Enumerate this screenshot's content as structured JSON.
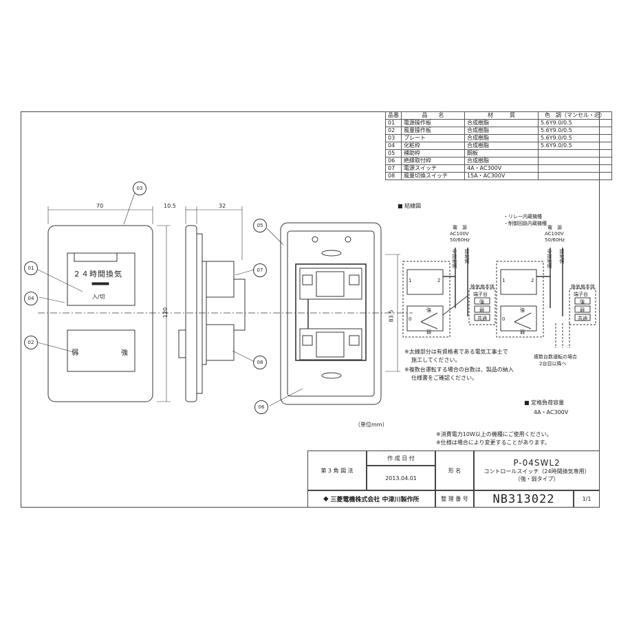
{
  "parts_table": {
    "headers": [
      "品番",
      "品　　名",
      "材　　　質",
      "色　調（マンセル・近）"
    ],
    "rows": [
      [
        "01",
        "電源操作板",
        "合成樹脂",
        "5.6Y9.0/0.5"
      ],
      [
        "02",
        "風量操作板",
        "合成樹脂",
        "5.6Y9.0/0.5"
      ],
      [
        "03",
        "プレート",
        "合成樹脂",
        "5.6Y9.0/0.5"
      ],
      [
        "04",
        "化粧枠",
        "合成樹脂",
        "5.6Y9.0/0.5"
      ],
      [
        "05",
        "補助枠",
        "鋼板",
        ""
      ],
      [
        "06",
        "絶縁取付枠",
        "合成樹脂",
        ""
      ],
      [
        "07",
        "電源スイッチ",
        "4A・AC300V",
        ""
      ],
      [
        "08",
        "風量切換スイッチ",
        "15A・AC300V",
        ""
      ]
    ]
  },
  "front_view": {
    "dim_width": "70",
    "dim_height": "120",
    "switch_label": "２４時間換気",
    "on_off_label": "入/切",
    "weak_label": "弱",
    "strong_label": "強"
  },
  "side_view": {
    "dim_depth_a": "10.5",
    "dim_depth_b": "32"
  },
  "rear_view": {
    "dim_height": "83.5"
  },
  "callouts": [
    "01",
    "02",
    "03",
    "04",
    "05",
    "06",
    "07",
    "08"
  ],
  "wiring": {
    "title": "■ 結線図",
    "power_label": "電　源",
    "voltage": "AC100V",
    "frequency": "50/60Hz",
    "ground_side": "接地側",
    "live_side": "非接地側",
    "fan_unit": "換気扇本体",
    "terminal": "端子台",
    "strong": "強",
    "weak": "弱",
    "common": "共通",
    "relay_note_1": "・リレー内蔵機種",
    "relay_note_2": "・制御回路内蔵機種",
    "multi_note_1": "複数台数運転の場合",
    "multi_note_2": "2台目以降へ",
    "term_1": "1",
    "term_2": "2",
    "term_0": "0"
  },
  "notes": {
    "thick_line_1": "※太線部分は有資格者である電気工事士で",
    "thick_line_2": "施工してください。",
    "multi_1": "※複数台運転する場合の台数は、製品の納入",
    "multi_2": "仕様書をご確認ください。",
    "rated_title": "■ 定格負荷容量",
    "rated_value": "4A・AC300V",
    "unit": "（単位mm）",
    "power_note": "※消費電力10W以上の機種にご使用ください。",
    "spec_note": "※仕様は場合により変更することがあります。"
  },
  "title_block": {
    "projection": "第 3 角 図 法",
    "date_label": "作 成 日 付",
    "date": "2013.04.01",
    "model_label": "形 名",
    "model": "P-04SWL2",
    "description_1": "コントロールスイッチ（24時間換気専用）",
    "description_2": "（強・弱タイプ）",
    "company": "三菱電機株式会社 中津川製作所",
    "number_label": "整 理 番 号",
    "number": "NB313022",
    "sheet": "1/1"
  }
}
